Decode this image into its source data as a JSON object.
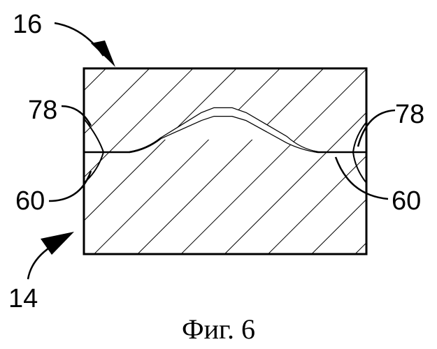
{
  "figure": {
    "caption": "Фиг. 6",
    "labels": {
      "top_assembly": "16",
      "bottom_assembly": "14",
      "left_upper": "78",
      "right_upper": "78",
      "left_lower": "60",
      "right_lower": "60"
    }
  },
  "colors": {
    "ink": "#000000",
    "background": "#ffffff"
  }
}
